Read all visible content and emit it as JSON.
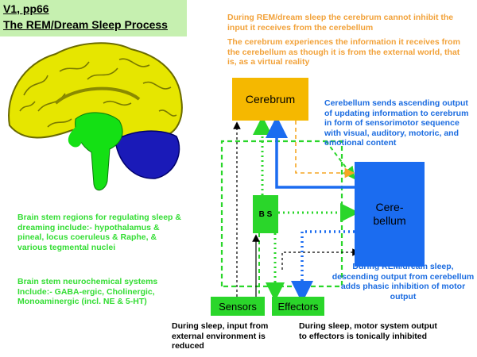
{
  "title": {
    "line1": "V1, pp66",
    "line2": "The REM/Dream Sleep Process"
  },
  "notes": {
    "top_orange_1": "During REM/dream sleep the cerebrum cannot inhibit the input it receives from the cerebellum",
    "top_orange_2": "The cerebrum experiences the information it receives from the cerebellum as though it is from the external world, that is, as a virtual reality",
    "cerebellum_blue": "Cerebellum sends ascending output of updating information to cerebrum in form of sensorimotor sequence with visual, auditory, motoric, and emotional content",
    "brainstem_regions": "Brain stem regions for regulating sleep & dreaming include:- hypothalamus & pineal, locus coeruleus & Raphe, & various tegmental nuclei",
    "brainstem_chemical": "Brain stem neurochemical systems Include:- GABA-ergic, Cholinergic, Monoaminergic (incl. NE & 5-HT)",
    "rem_descending": "During REM/dream sleep, descending output from cerebellum adds phasic inhibition of motor output",
    "sleep_input": "During sleep, input from external environment is reduced",
    "sleep_motor": "During sleep, motor system output to effectors is tonically inhibited"
  },
  "boxes": {
    "cerebrum": "Cerebrum",
    "cerebellum_line1": "Cere-",
    "cerebellum_line2": "bellum",
    "bs": "B S",
    "sensors": "Sensors",
    "effectors": "Effectors"
  },
  "colors": {
    "cerebrum": "#f5b800",
    "cerebellum": "#1b6cf0",
    "brainstem": "#2ad62a",
    "orange_text": "#f2a23a",
    "blue_text": "#1a6be0",
    "green_text": "#33dd33"
  }
}
